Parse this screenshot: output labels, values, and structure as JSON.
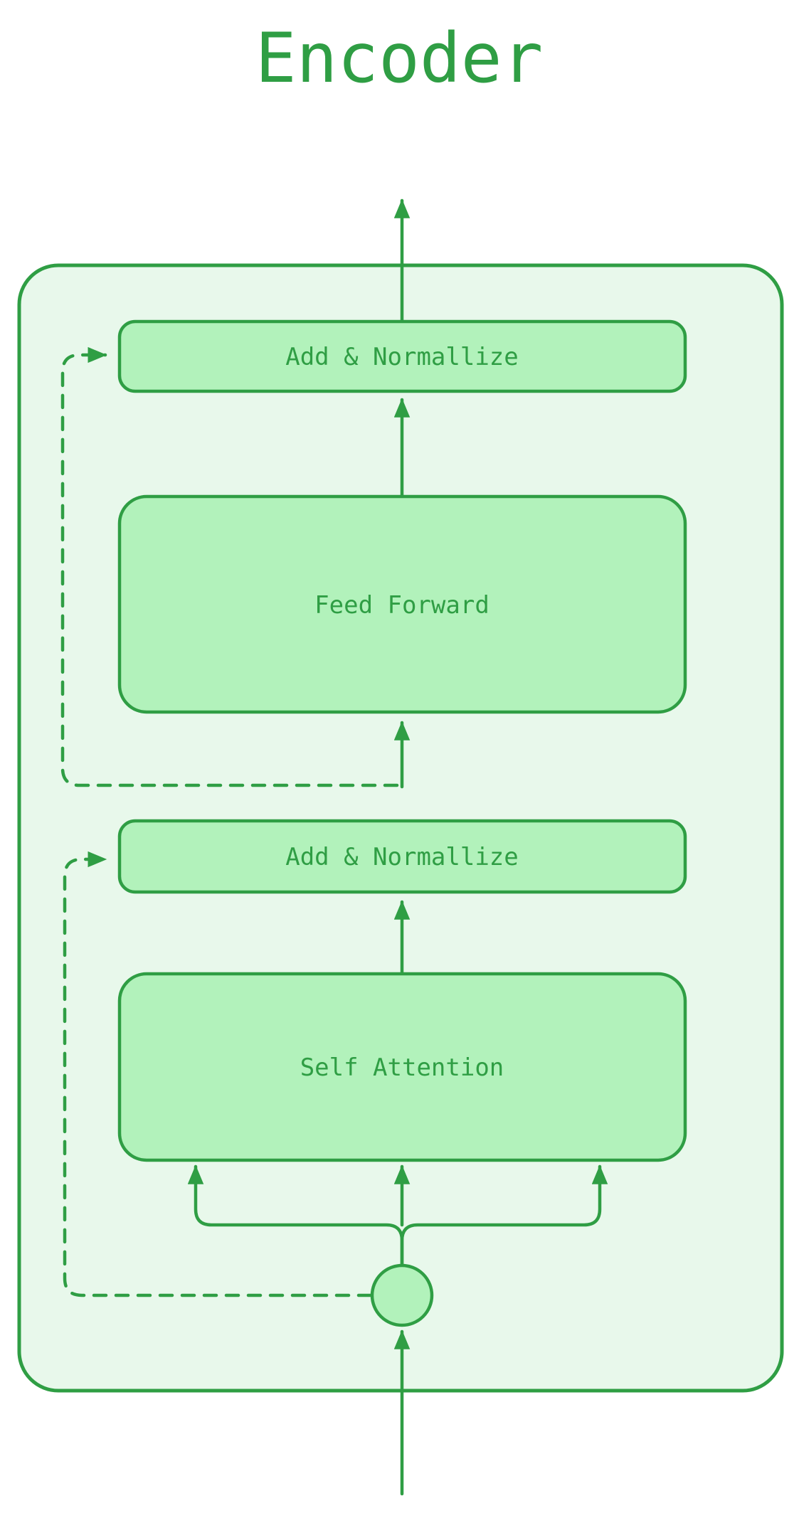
{
  "diagram": {
    "title": "Encoder",
    "nodes": {
      "add_norm_top": {
        "label": "Add & Normallize"
      },
      "feed_forward": {
        "label": "Feed Forward"
      },
      "add_norm_bottom": {
        "label": "Add & Normallize"
      },
      "self_attention": {
        "label": "Self Attention"
      }
    },
    "colors": {
      "stroke": "#2f9e44",
      "node_fill": "#b2f2bb",
      "container_fill": "#e8f8eb",
      "canvas_background": "#ffffff"
    }
  }
}
